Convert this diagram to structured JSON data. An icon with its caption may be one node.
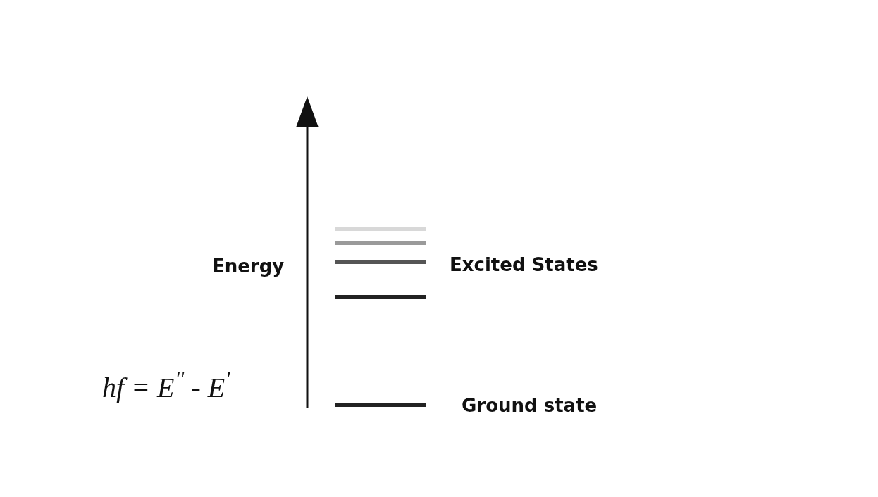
{
  "diagram": {
    "labels": [
      "Energy",
      "Excited States",
      "hf = E$^{\"}$ - E$^{'}$",
      "Ground state"
    ]
  }
}
